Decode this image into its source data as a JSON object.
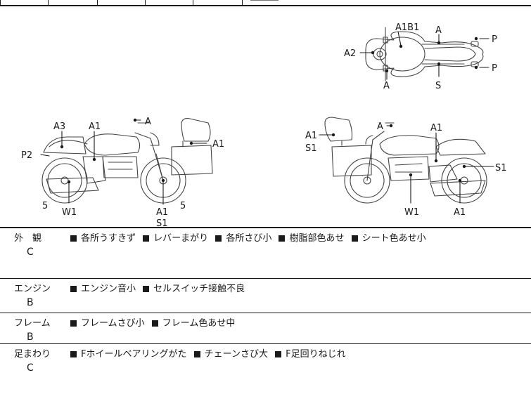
{
  "diagram_labels": {
    "top_view": {
      "a1b1": "A1B1",
      "a_top": "A",
      "a2": "A2",
      "p1": "P",
      "p2": "P",
      "a_bottom": "A",
      "s_bottom": "S"
    },
    "left_view": {
      "a3": "A3",
      "a1_tank": "A1",
      "a_handle": "A",
      "a1_case": "A1",
      "p2": "P2",
      "five_left": "5",
      "w1": "W1",
      "a1_front": "A1",
      "s1_front": "S1",
      "five_right": "5"
    },
    "right_view": {
      "a_handle": "A",
      "a1_tank": "A1",
      "a1_case": "A1",
      "s1_case": "S1",
      "s1_rear": "S1",
      "w1": "W1",
      "a1_wheel": "A1"
    }
  },
  "rows": [
    {
      "category": "外　観",
      "grade": "C",
      "items": [
        "各所うすきず",
        "レバーまがり",
        "各所さび小",
        "樹脂部色あせ",
        "シート色あせ小"
      ]
    },
    {
      "category": "エンジン",
      "grade": "B",
      "items": [
        "エンジン音小",
        "セルスイッチ接触不良"
      ]
    },
    {
      "category": "フレーム",
      "grade": "B",
      "items": [
        "フレームさび小",
        "フレーム色あせ中"
      ]
    },
    {
      "category": "足まわり",
      "grade": "C",
      "items": [
        "Fホイールベアリングがた",
        "チェーンさび大",
        "F足回りねじれ"
      ]
    }
  ]
}
